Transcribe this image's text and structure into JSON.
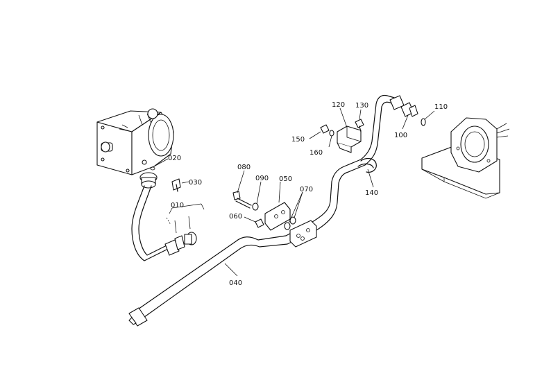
{
  "labels": {
    "p010": "010",
    "p020": "020",
    "p030": "030",
    "p040": "040",
    "p050": "050",
    "p060": "060",
    "p070": "070",
    "p080": "080",
    "p090": "090",
    "p100": "100",
    "p110": "110",
    "p120": "120",
    "p130": "130",
    "p140": "140",
    "p150": "150",
    "p160": "160"
  }
}
